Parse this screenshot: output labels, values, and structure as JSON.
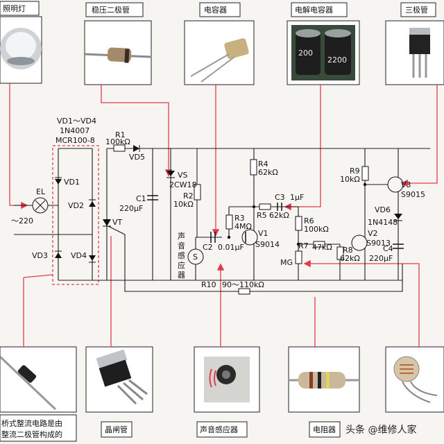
{
  "components": {
    "lamp": "照明灯",
    "zener": "稳压二极管",
    "capacitor": "电容器",
    "electrolytic": "电解电容器",
    "transistor": "三极管",
    "bridge": "桥式整流电路是由\n整流二极管构成的",
    "thyristor": "晶闸管",
    "sound_sensor": "声音感应器",
    "resistor": "电阻器"
  },
  "circuit": {
    "vd_range": "VD1～VD4",
    "diode_model": "1N4007",
    "thyristor_model": "MCR100-8",
    "r1": "R1",
    "r1_val": "100kΩ",
    "vd5": "VD5",
    "vd1": "VD1",
    "vd2": "VD2",
    "vd3": "VD3",
    "vd4": "VD4",
    "el": "EL",
    "ac": "～220",
    "vt": "VT",
    "vs": "VS",
    "vs_model": "2CW18",
    "c1": "C1",
    "c1_val": "220μF",
    "r2": "R2",
    "r2_val": "10kΩ",
    "r4": "R4",
    "r4_val": "62kΩ",
    "r3": "R3",
    "r3_val": "4MΩ",
    "c3": "C3",
    "c3_val": "1μF",
    "r5": "R5",
    "r5_val": "62kΩ",
    "r6": "R6",
    "r6_val": "100kΩ",
    "v1": "V1",
    "v1_model": "S9014",
    "c2": "C2",
    "c2_val": "0.01μF",
    "sensor_label": "声\n音\n感\n应\n器",
    "s": "S",
    "r7": "R7",
    "r7_val": "47kΩ",
    "mg": "MG",
    "r8": "R8",
    "r8_val": "62kΩ",
    "r9": "R9",
    "r9_val": "10kΩ",
    "v3": "V3",
    "v3_model": "S9015",
    "vd6": "VD6",
    "vd6_model": "1N4148",
    "v2": "V2",
    "v2_model": "S9013",
    "c4": "C4",
    "c4_val": "220μF",
    "r10": "R10",
    "r10_val": "90～110kΩ"
  },
  "watermark": "头条 @维修人家"
}
